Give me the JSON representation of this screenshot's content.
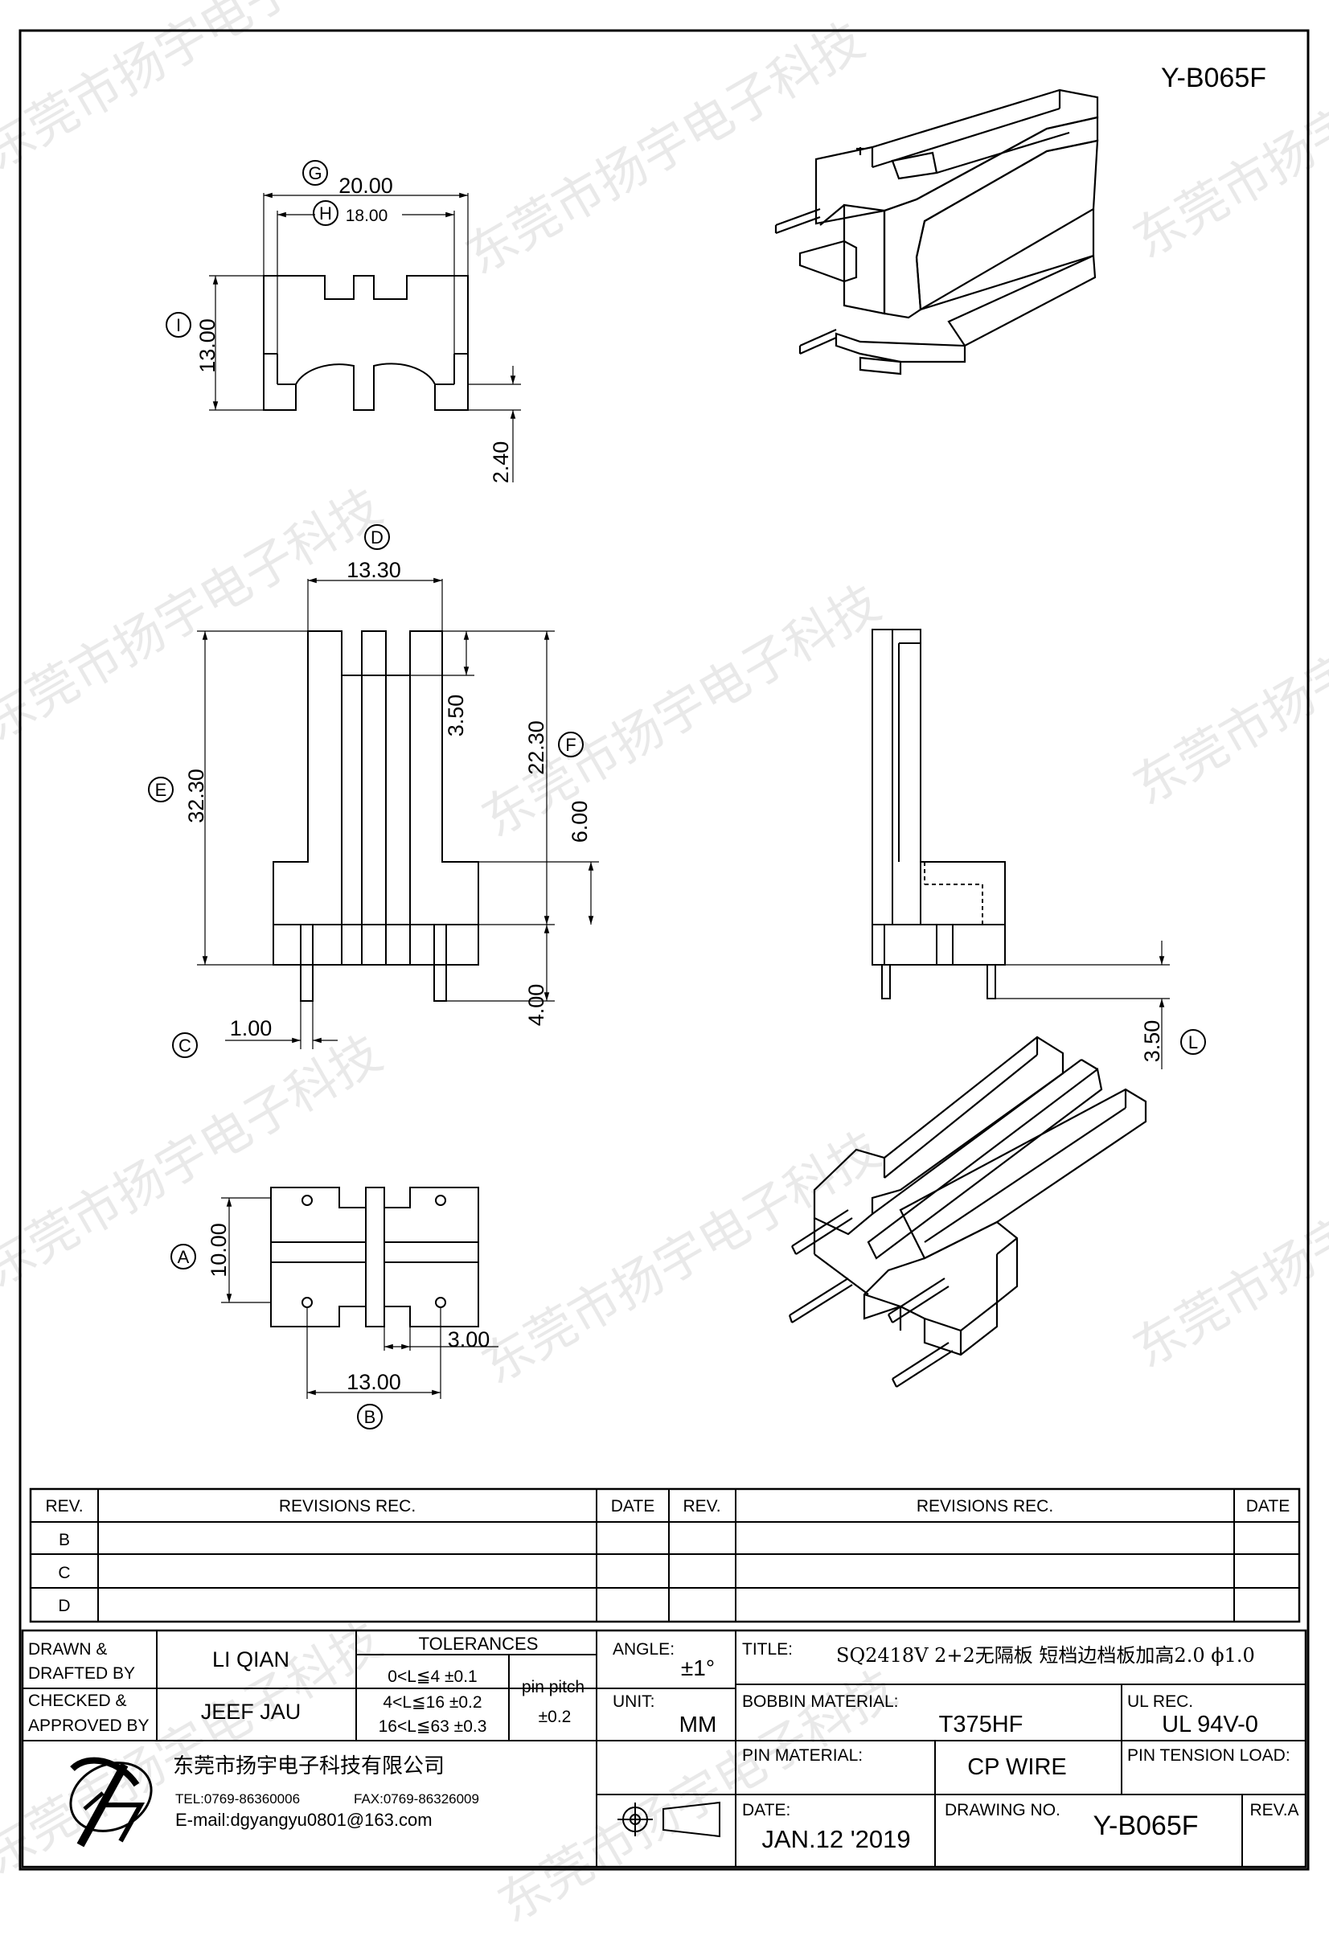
{
  "drawing_id": "Y-B065F",
  "watermark": "东莞市扬宇电子科技",
  "dims": {
    "top": {
      "G": "G",
      "H": "H",
      "I": "I",
      "w_outer": "20.00",
      "w_inner": "18.00",
      "height": "13.00",
      "pin_gap": "2.40"
    },
    "front": {
      "D": "D",
      "E": "E",
      "F": "F",
      "C": "C",
      "width": "13.30",
      "total_h": "32.30",
      "rail_h": "22.30",
      "top_off": "3.50",
      "base_h": "6.00",
      "pin_len": "4.00",
      "pin_d": "1.00"
    },
    "side": {
      "L": "L",
      "pin_len": "3.50"
    },
    "bottom": {
      "A": "A",
      "B": "B",
      "depth": "10.00",
      "pitch": "13.00",
      "slot": "3.00"
    }
  },
  "revisions": {
    "headers": {
      "rev": "REV.",
      "rec": "REVISIONS    REC.",
      "date": "DATE"
    },
    "rows": [
      "B",
      "C",
      "D"
    ]
  },
  "title_block": {
    "drawn_label_1": "DRAWN  &",
    "drawn_label_2": "DRAFTED  BY",
    "drawn_name": "LI QIAN",
    "checked_label_1": "CHECKED  &",
    "checked_label_2": "APPROVED  BY",
    "checked_name": "JEEF JAU",
    "tolerances_label": "TOLERANCES",
    "tol_1": "0<L≦4    ±0.1",
    "tol_2": "4<L≦16  ±0.2",
    "tol_3": "16<L≦63  ±0.3",
    "pin_pitch_label": "pin  pitch",
    "pin_pitch_val": "±0.2",
    "angle_label": "ANGLE:",
    "angle_val": "±1°",
    "unit_label": "UNIT:",
    "unit_val": "MM",
    "title_label": "TITLE:",
    "title_val": "SQ2418V 2+2无隔板 短档边档板加高2.0 ϕ1.0",
    "bobbin_label": "BOBBIN  MATERIAL:",
    "bobbin_val": "T375HF",
    "ul_label": "UL  REC.",
    "ul_val": "UL  94V-0",
    "pin_mat_label": "PIN  MATERIAL:",
    "pin_mat_val": "CP  WIRE",
    "pin_tension_label": "PIN  TENSION  LOAD:",
    "date_label": "DATE:",
    "date_val": "JAN.12  '2019",
    "drawing_no_label": "DRAWING  NO.",
    "drawing_no_val": "Y-B065F",
    "rev_label": "REV.A",
    "company": "东莞市扬宇电子科技有限公司",
    "tel": "TEL:0769-86360006",
    "fax": "FAX:0769-86326009",
    "email": "E-mail:dgyangyu0801@163.com"
  }
}
